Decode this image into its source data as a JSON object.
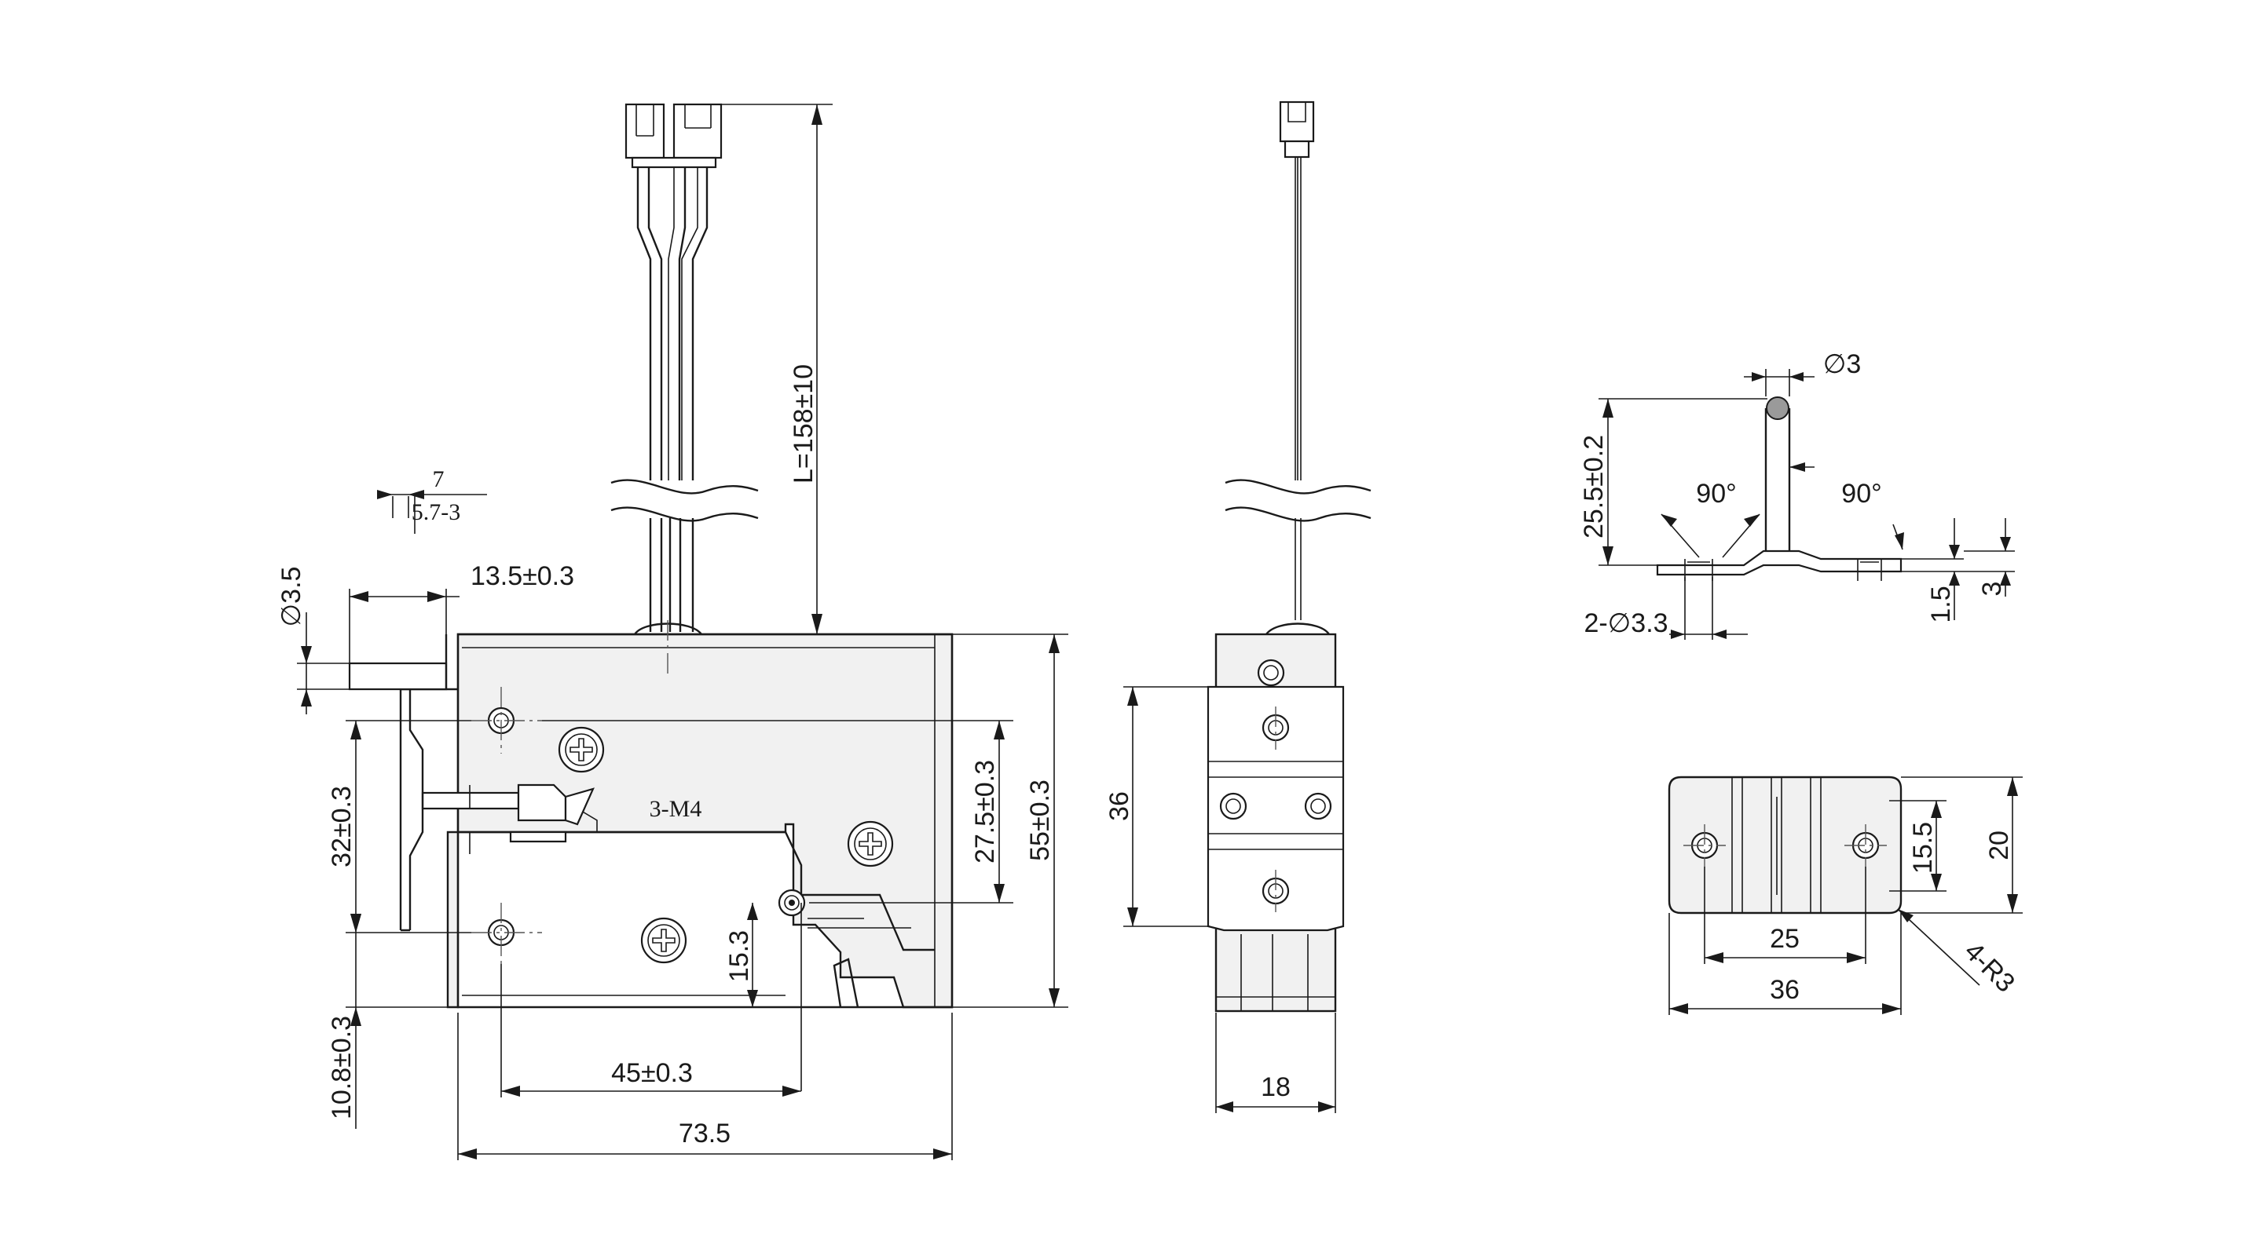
{
  "views": {
    "front": {
      "dimensions": {
        "cable_length": "L=158±10",
        "pin_diameter": "∅3.5",
        "stroke_top": "7",
        "stroke_bottom": "5.7-3",
        "pin_length": "13.5±0.3",
        "mount_spacing_vertical": "32±0.3",
        "bottom_offset": "10.8±0.3",
        "hole_vertical": "27.5±0.3",
        "body_height": "55±0.3",
        "thread_note": "3-M4",
        "hole_height": "15.3",
        "hole_horizontal": "45±0.3",
        "body_width": "73.5"
      }
    },
    "side": {
      "dimensions": {
        "plate_height": "36",
        "body_depth": "18"
      }
    },
    "bracket_side": {
      "dimensions": {
        "rod_diameter": "∅3",
        "rod_height": "25.5±0.2",
        "angle_left": "90°",
        "angle_right": "90°",
        "hole_diameter": "2-∅3.3",
        "plate_thickness": "1.5",
        "flange_height": "3"
      }
    },
    "bracket_top": {
      "dimensions": {
        "hole_spacing_vertical": "15.5",
        "plate_height": "20",
        "hole_spacing": "25",
        "plate_width": "36",
        "corner_radius": "4-R3"
      }
    }
  }
}
